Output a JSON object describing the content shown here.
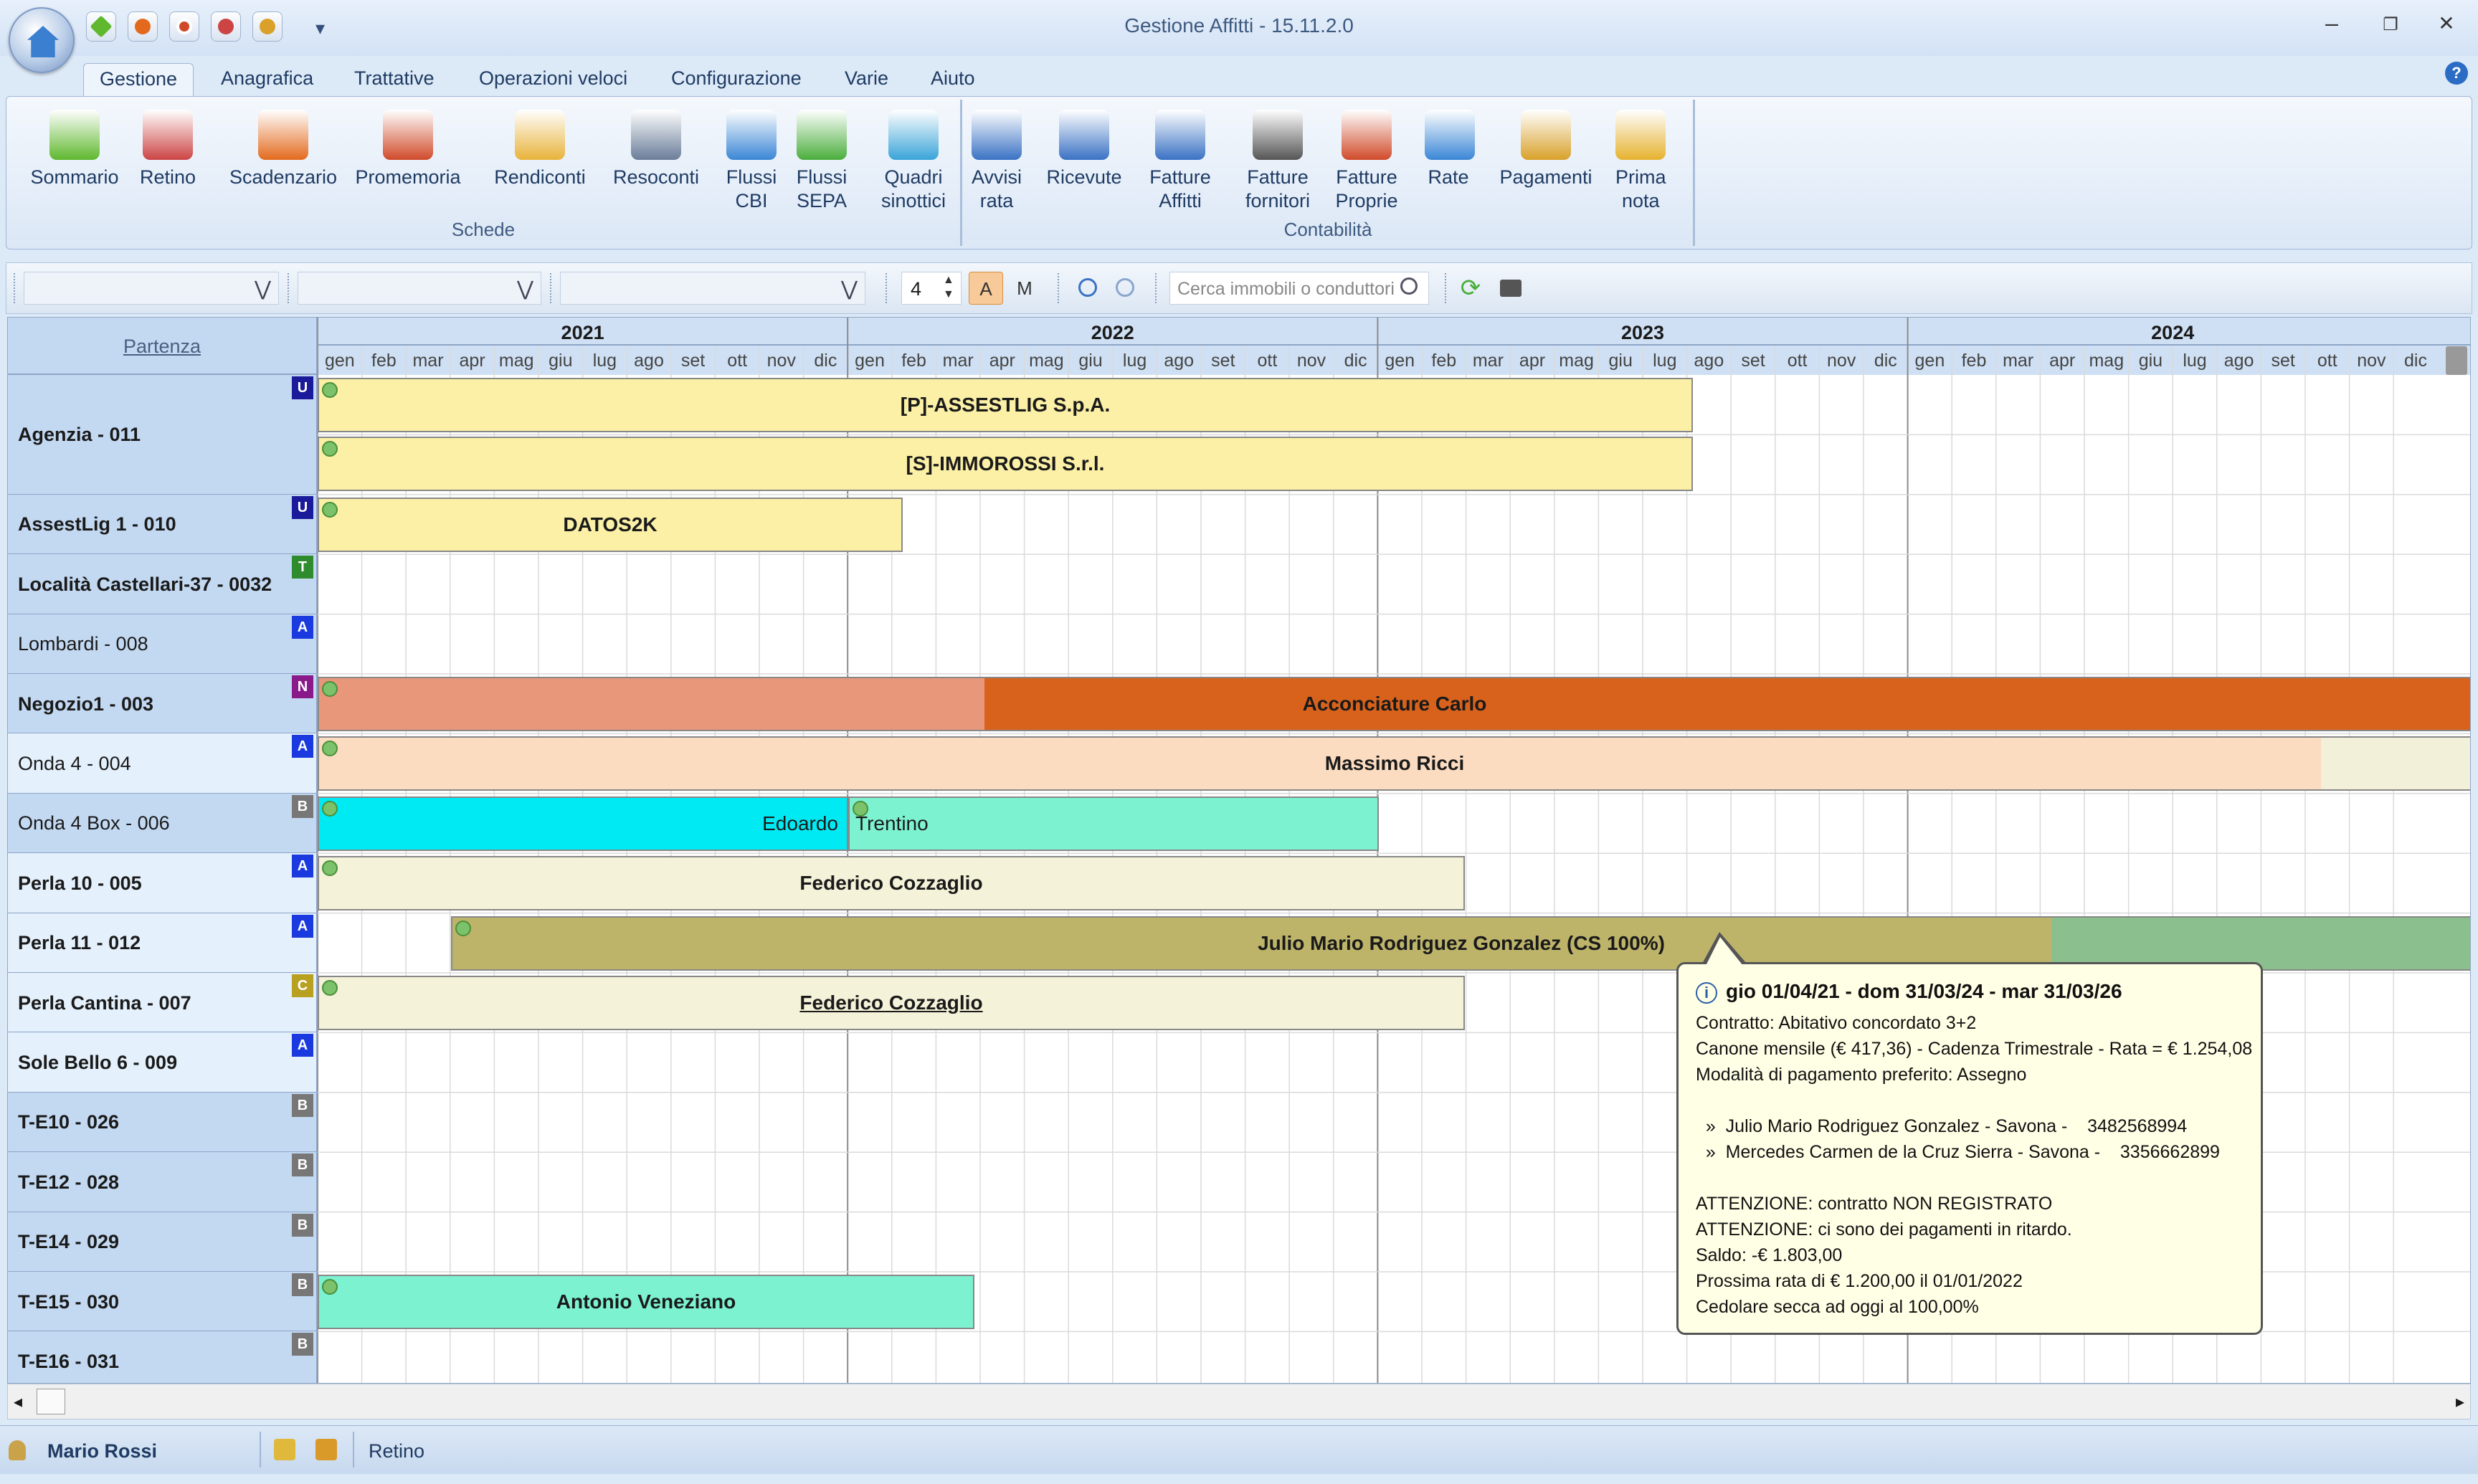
{
  "window": {
    "title": "Gestione Affitti - 15.11.2.0",
    "minimize": "–",
    "maximize": "❐",
    "close": "✕"
  },
  "menu": {
    "tabs": [
      "Gestione",
      "Anagrafica",
      "Trattative",
      "Operazioni veloci",
      "Configurazione",
      "Varie",
      "Aiuto"
    ],
    "active": 0,
    "help": "?"
  },
  "ribbon": {
    "groups": [
      {
        "label": "Schede"
      },
      {
        "label": "Contabilità"
      }
    ],
    "buttons": [
      {
        "label": "Sommario",
        "icon": "diamond-icon",
        "color": "#5fb82e"
      },
      {
        "label": "Retino",
        "icon": "calendar-icon",
        "color": "#c44"
      },
      {
        "label": "Scadenzario",
        "icon": "bell-icon",
        "color": "#e36a1d"
      },
      {
        "label": "Promemoria",
        "icon": "alarm-clock-icon",
        "color": "#d04a2a"
      },
      {
        "label": "Rendiconti",
        "icon": "clipboard-icon",
        "color": "#e8b33a"
      },
      {
        "label": "Resoconti",
        "icon": "window-icon",
        "color": "#6a7d99"
      },
      {
        "label": "Flussi CBI",
        "icon": "sync-arrows-icon",
        "color": "#3a86d6"
      },
      {
        "label": "Flussi SEPA",
        "icon": "sync-arrows-icon",
        "color": "#4aae3c"
      },
      {
        "label": "Quadri sinottici",
        "icon": "puzzle-icon",
        "color": "#3aa4d8"
      },
      {
        "label": "Avvisi rata",
        "icon": "document-icon",
        "color": "#3a72c4"
      },
      {
        "label": "Ricevute",
        "icon": "receipt-icon",
        "color": "#3a72c4"
      },
      {
        "label": "Fatture Affitti",
        "icon": "invoice-icon",
        "color": "#3a72c4"
      },
      {
        "label": "Fatture fornitori",
        "icon": "invoice-icon",
        "color": "#555"
      },
      {
        "label": "Fatture Proprie",
        "icon": "invoice-icon",
        "color": "#d04a2a"
      },
      {
        "label": "Rate",
        "icon": "table-icon",
        "color": "#3a86d6"
      },
      {
        "label": "Pagamenti",
        "icon": "person-coins-icon",
        "color": "#d9a12a"
      },
      {
        "label": "Prima nota",
        "icon": "coin-icon",
        "color": "#e6b22e"
      }
    ]
  },
  "toolbar": {
    "spin_value": "4",
    "btn_a": "A",
    "btn_m": "M",
    "search_placeholder": "Cerca immobili o conduttori"
  },
  "timeline": {
    "partenza": "Partenza",
    "years": [
      "2021",
      "2022",
      "2023",
      "2024"
    ],
    "months": [
      "gen",
      "feb",
      "mar",
      "apr",
      "mag",
      "giu",
      "lug",
      "ago",
      "set",
      "ott",
      "nov",
      "dic"
    ],
    "rows": [
      {
        "label": "Agenzia - 011",
        "badge": "U",
        "badge_color": "#1a1a9a"
      },
      {
        "label": "AssestLig 1 - 010",
        "badge": "U",
        "badge_color": "#1a1a9a"
      },
      {
        "label": "Località Castellari-37 - 0032",
        "badge": "T",
        "badge_color": "#2e8b2e"
      },
      {
        "label": "Lombardi - 008",
        "badge": "A",
        "badge_color": "#1a3adf"
      },
      {
        "label": "Negozio1 - 003",
        "badge": "N",
        "badge_color": "#8a1a8a"
      },
      {
        "label": "Onda 4 - 004",
        "badge": "A",
        "badge_color": "#1a3adf"
      },
      {
        "label": "Onda 4 Box - 006",
        "badge": "B",
        "badge_color": "#777"
      },
      {
        "label": "Perla 10 - 005",
        "badge": "A",
        "badge_color": "#1a3adf"
      },
      {
        "label": "Perla 11 - 012",
        "badge": "A",
        "badge_color": "#1a3adf"
      },
      {
        "label": "Perla Cantina - 007",
        "badge": "C",
        "badge_color": "#b8a020"
      },
      {
        "label": "Sole Bello 6 - 009",
        "badge": "A",
        "badge_color": "#1a3adf"
      },
      {
        "label": "T-E10 - 026",
        "badge": "B",
        "badge_color": "#777"
      },
      {
        "label": "T-E12 - 028",
        "badge": "B",
        "badge_color": "#777"
      },
      {
        "label": "T-E14 - 029",
        "badge": "B",
        "badge_color": "#777"
      },
      {
        "label": "T-E15 - 030",
        "badge": "B",
        "badge_color": "#777"
      },
      {
        "label": "T-E16 - 031",
        "badge": "B",
        "badge_color": "#777"
      }
    ],
    "contracts": [
      {
        "label": "[P]-ASSESTLIG S.p.A."
      },
      {
        "label": "[S]-IMMOROSSI S.r.l."
      },
      {
        "label": "DATOS2K"
      },
      {
        "label": "Acconciature Carlo"
      },
      {
        "label": "Massimo Ricci"
      },
      {
        "label": "Edoardo"
      },
      {
        "label": "Trentino"
      },
      {
        "label": "Federico Cozzaglio"
      },
      {
        "label": "Julio Mario Rodriguez Gonzalez (CS 100%)"
      },
      {
        "label": "Federico Cozzaglio"
      },
      {
        "label": "Antonio Veneziano"
      }
    ]
  },
  "tooltip": {
    "header": "gio 01/04/21 - dom 31/03/24 - mar 31/03/26",
    "info_icon": "i",
    "lines": [
      "Contratto: Abitativo concordato 3+2",
      "Canone mensile (€ 417,36) - Cadenza Trimestrale - Rata = € 1.254,08",
      "Modalità di pagamento preferito: Assegno",
      "",
      "  »  Julio Mario Rodriguez Gonzalez - Savona -    3482568994",
      "  »  Mercedes Carmen de la Cruz Sierra - Savona -    3356662899",
      "",
      "ATTENZIONE: contratto NON REGISTRATO",
      "ATTENZIONE: ci sono dei pagamenti in ritardo.",
      "Saldo: -€ 1.803,00",
      "Prossima rata di € 1.200,00 il 01/01/2022",
      "Cedolare secca ad oggi al 100,00%"
    ]
  },
  "status": {
    "user": "Mario Rossi",
    "view": "Retino"
  },
  "colors": {
    "accent": "#3a72c4",
    "chrome": "#dce9f7",
    "row_header": "#c3d9f2"
  }
}
